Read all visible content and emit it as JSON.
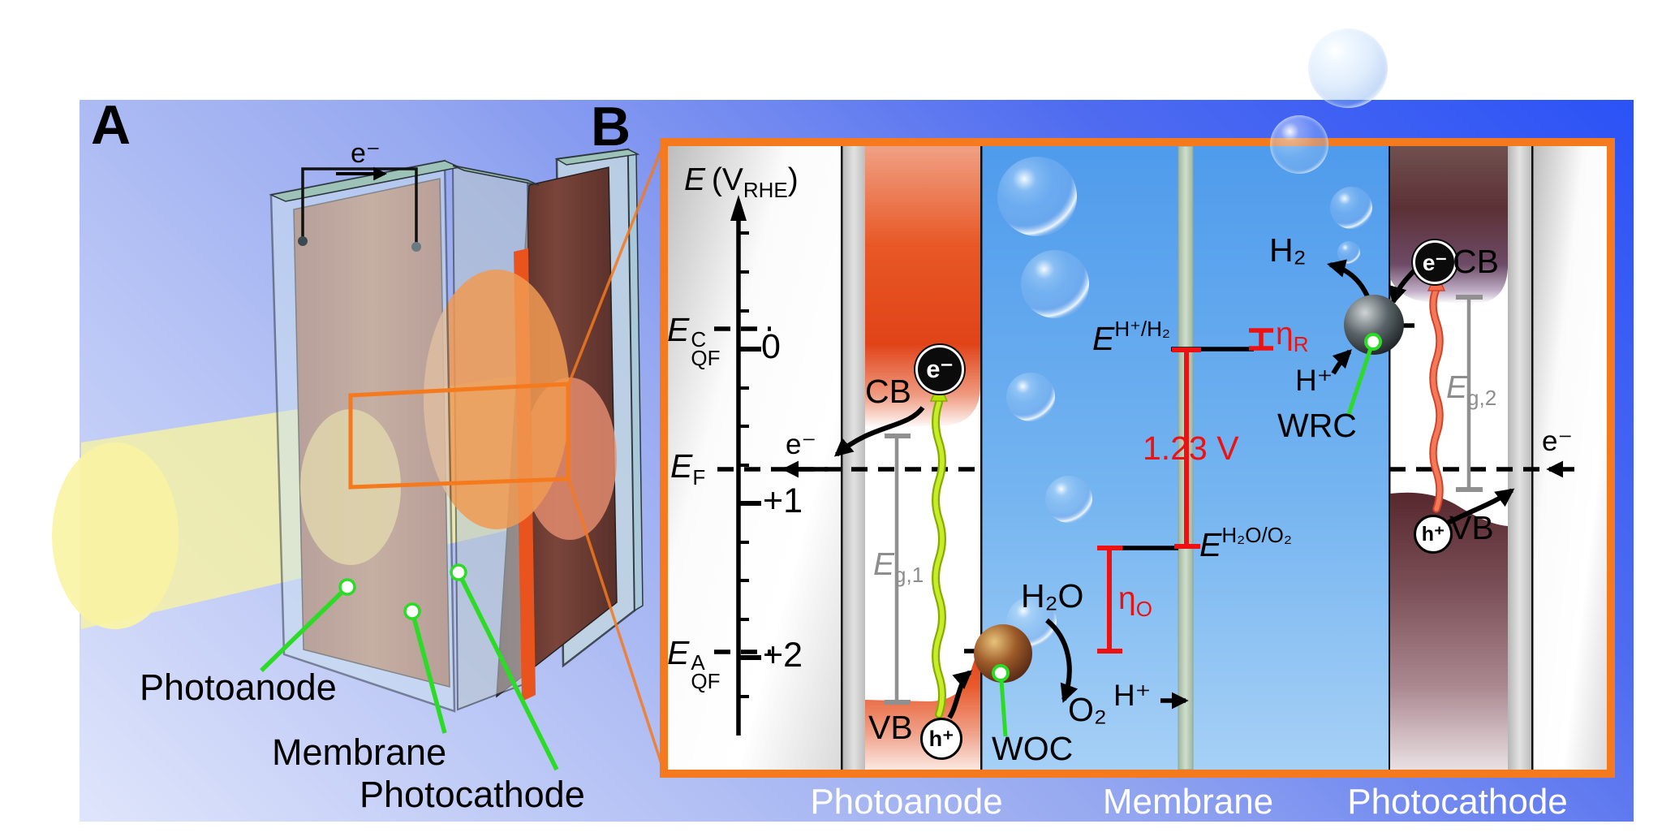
{
  "colors": {
    "frame_orange": "#f5791d",
    "annotation_red": "#ee1111",
    "callout_green": "#2cdb25",
    "photon_green": "#b6e200",
    "photon_red": "#f4694b",
    "band_red": "#e85426",
    "band_maroon": "#5c3136",
    "solution_blue": "#74b4f0",
    "background_blue": "#2b52f6"
  },
  "panel_a": {
    "tag": "A",
    "electron": "e⁻",
    "callouts": {
      "photoanode": "Photoanode",
      "membrane": "Membrane",
      "photocathode": "Photocathode"
    }
  },
  "panel_b": {
    "tag": "B",
    "axis": {
      "title_base": "E",
      "title_unit_open": "(V",
      "title_unit_sub": "RHE",
      "title_unit_close": ")",
      "tick_labels": [
        "0",
        "+1",
        "+2"
      ]
    },
    "left_levels": {
      "eqf_c_base": "E",
      "eqf_c_sup": "C",
      "eqf_c_sub": "QF",
      "ef_base": "E",
      "ef_sub": "F",
      "eqf_a_base": "E",
      "eqf_a_sup": "A",
      "eqf_a_sub": "QF",
      "electron": "e⁻"
    },
    "photoanode": {
      "cb": "CB",
      "vb": "VB",
      "electron": "e⁻",
      "hole": "h⁺",
      "gap_base": "E",
      "gap_sub": "g,1"
    },
    "electrolyte": {
      "h2o": "H₂O",
      "o2": "O₂",
      "h_plus_left": "H⁺",
      "woc": "WOC",
      "h2": "H₂",
      "h_plus_right": "H⁺",
      "wrc": "WRC",
      "redox_h2_base": "E",
      "redox_h2_sup": "H⁺/H₂",
      "redox_o2_base": "E",
      "redox_o2_sup": "H₂O/O₂",
      "gap_voltage": "1.23 V",
      "eta_r_base": "η",
      "eta_r_sub": "R",
      "eta_o_base": "η",
      "eta_o_sub": "O"
    },
    "photocathode": {
      "cb": "CB",
      "vb": "VB",
      "electron": "e⁻",
      "hole": "h⁺",
      "gap_base": "E",
      "gap_sub": "g,2",
      "electron_right": "e⁻"
    },
    "footer": {
      "photoanode": "Photoanode",
      "membrane": "Membrane",
      "photocathode": "Photocathode"
    }
  }
}
